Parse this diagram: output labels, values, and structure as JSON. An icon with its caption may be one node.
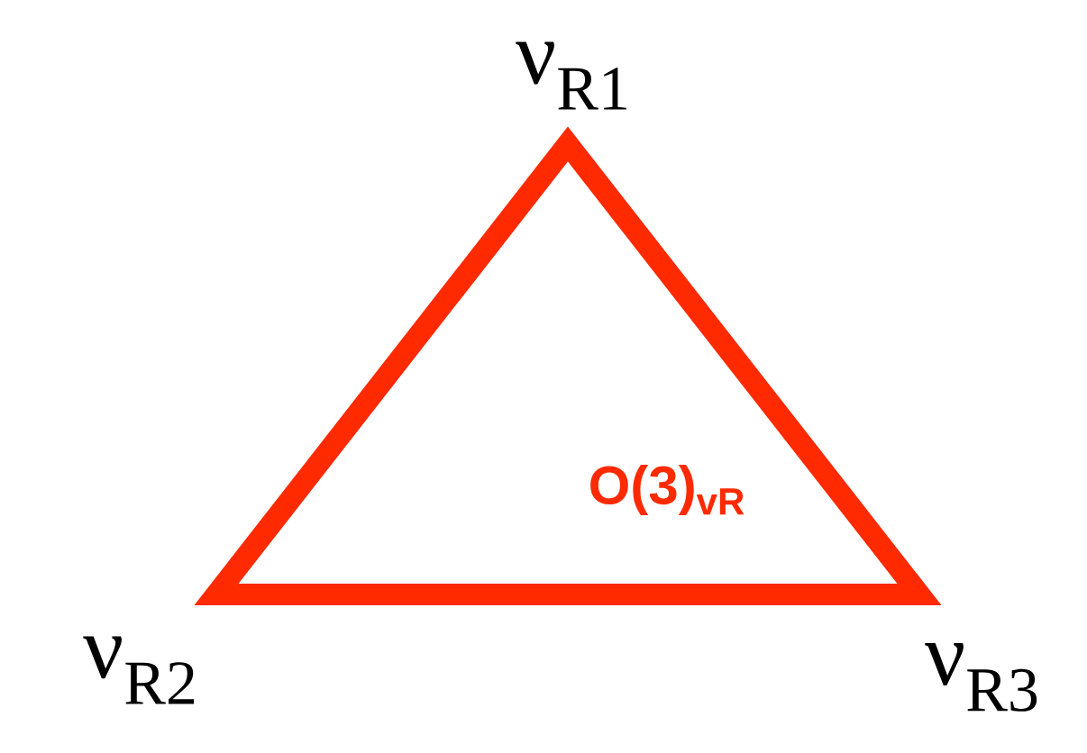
{
  "diagram": {
    "nodes": [
      {
        "text": [
          "O(3)$_{vR}$"
        ]
      }
    ],
    "labels": [
      "ν$_{R1}$",
      "ν$_{R2}$",
      "ν$_{R3}$"
    ]
  }
}
